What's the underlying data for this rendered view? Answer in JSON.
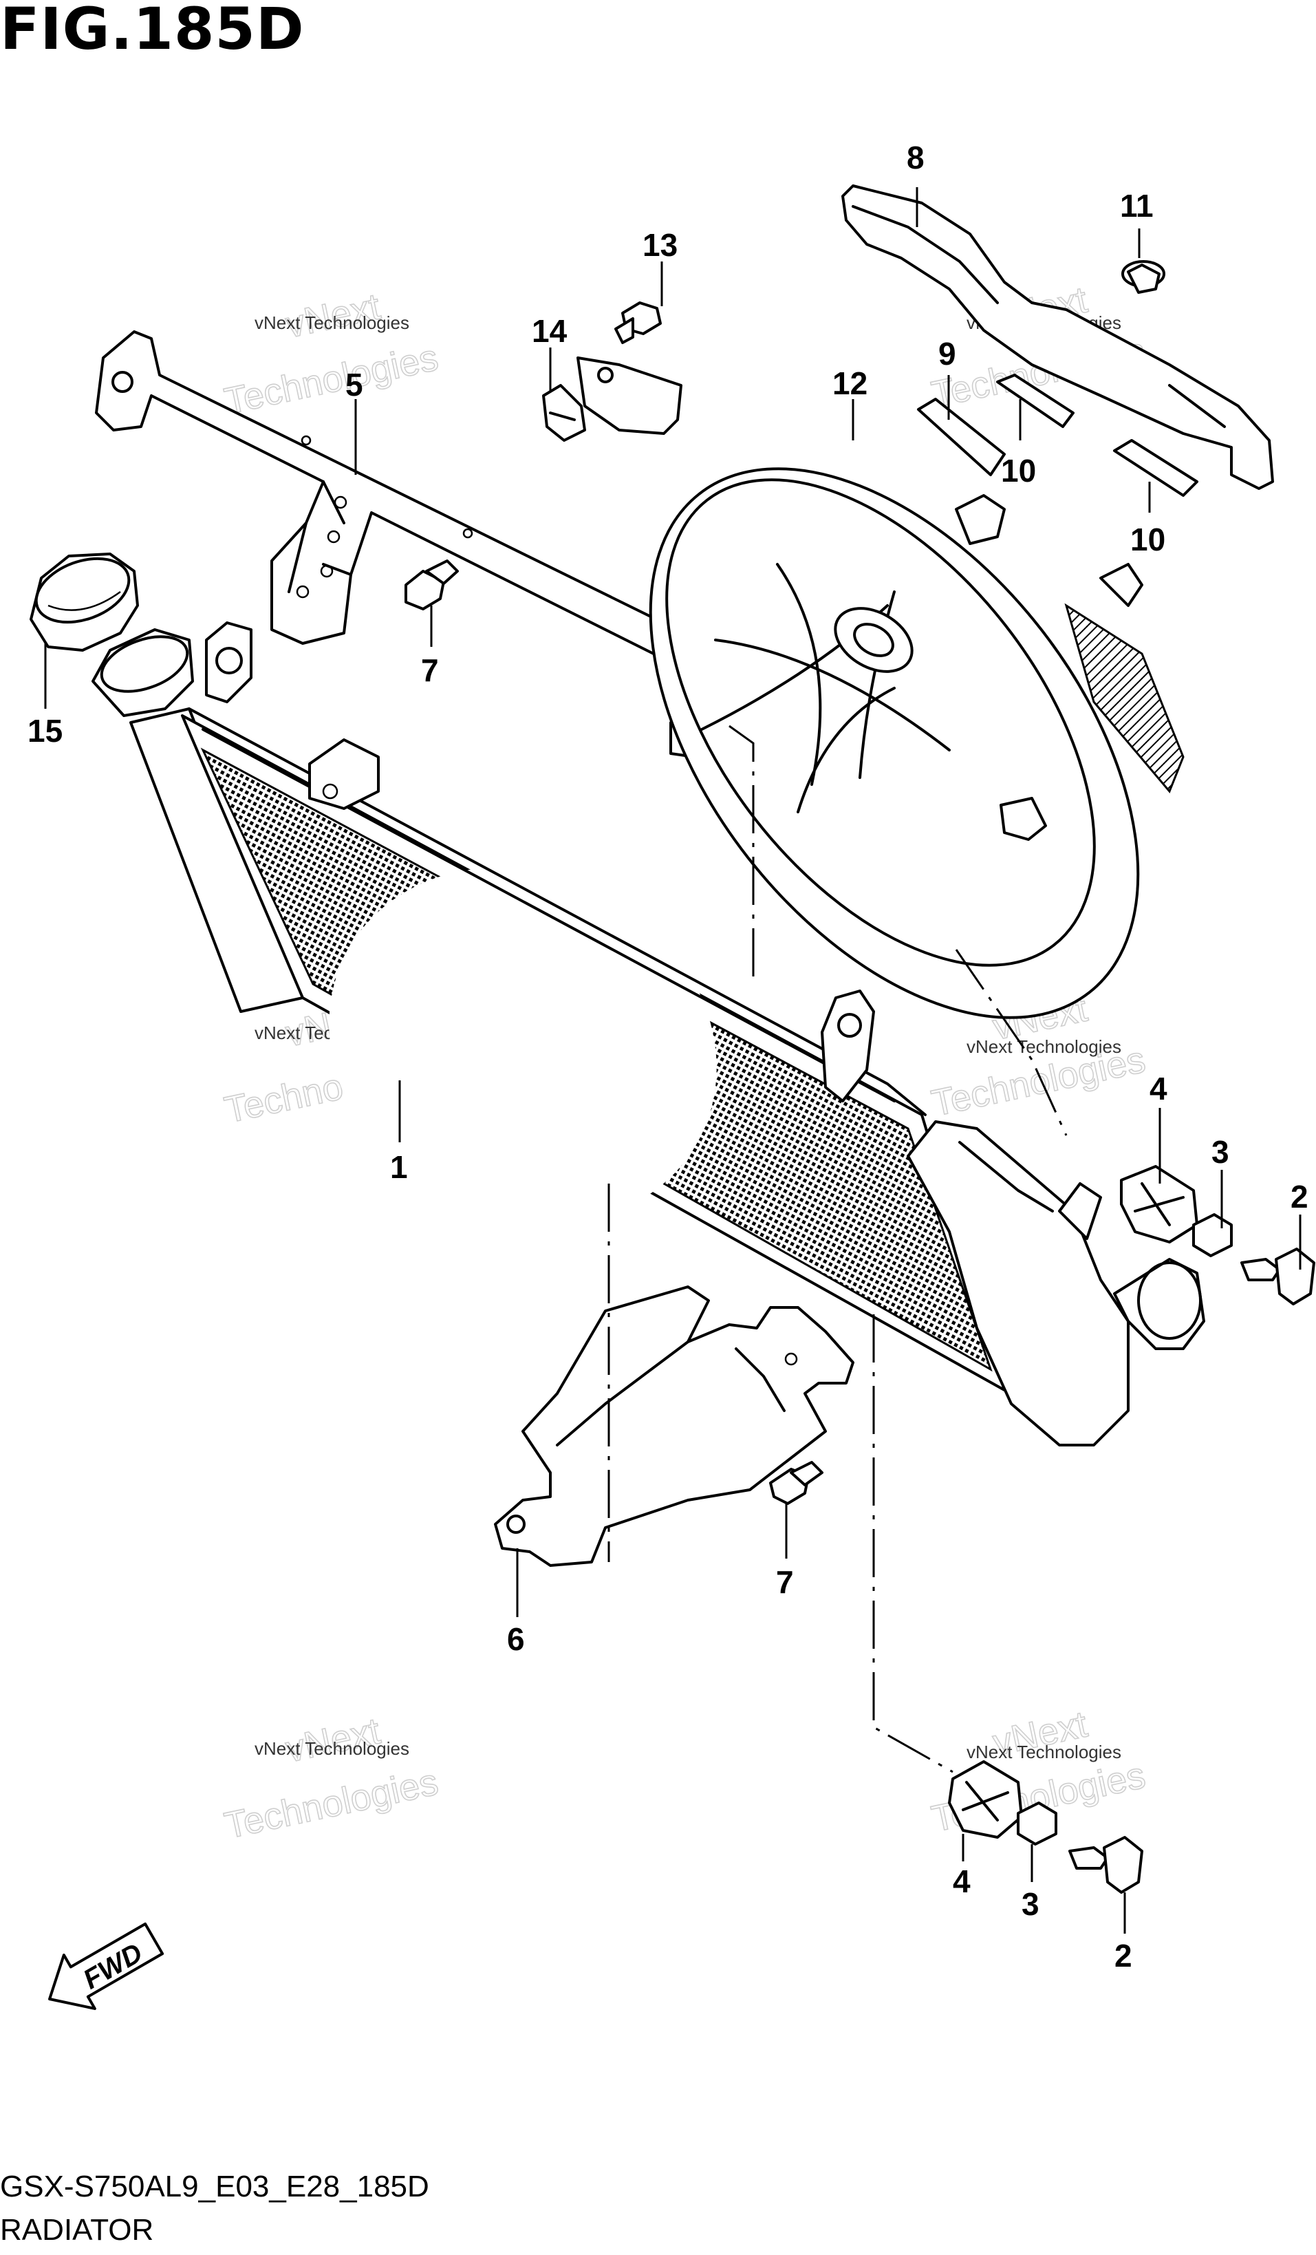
{
  "figure_title": "FIG.185D",
  "footer": {
    "code": "GSX-S750AL9_E03_E28_185D",
    "name": "RADIATOR"
  },
  "fwd_label": "FWD",
  "watermark": {
    "small": "vNext Technologies",
    "large_line1": "vNext",
    "large_line2": "Technologies"
  },
  "callouts": [
    "1",
    "2",
    "3",
    "4",
    "5",
    "6",
    "7",
    "8",
    "9",
    "10",
    "11",
    "12",
    "13",
    "14",
    "15"
  ]
}
